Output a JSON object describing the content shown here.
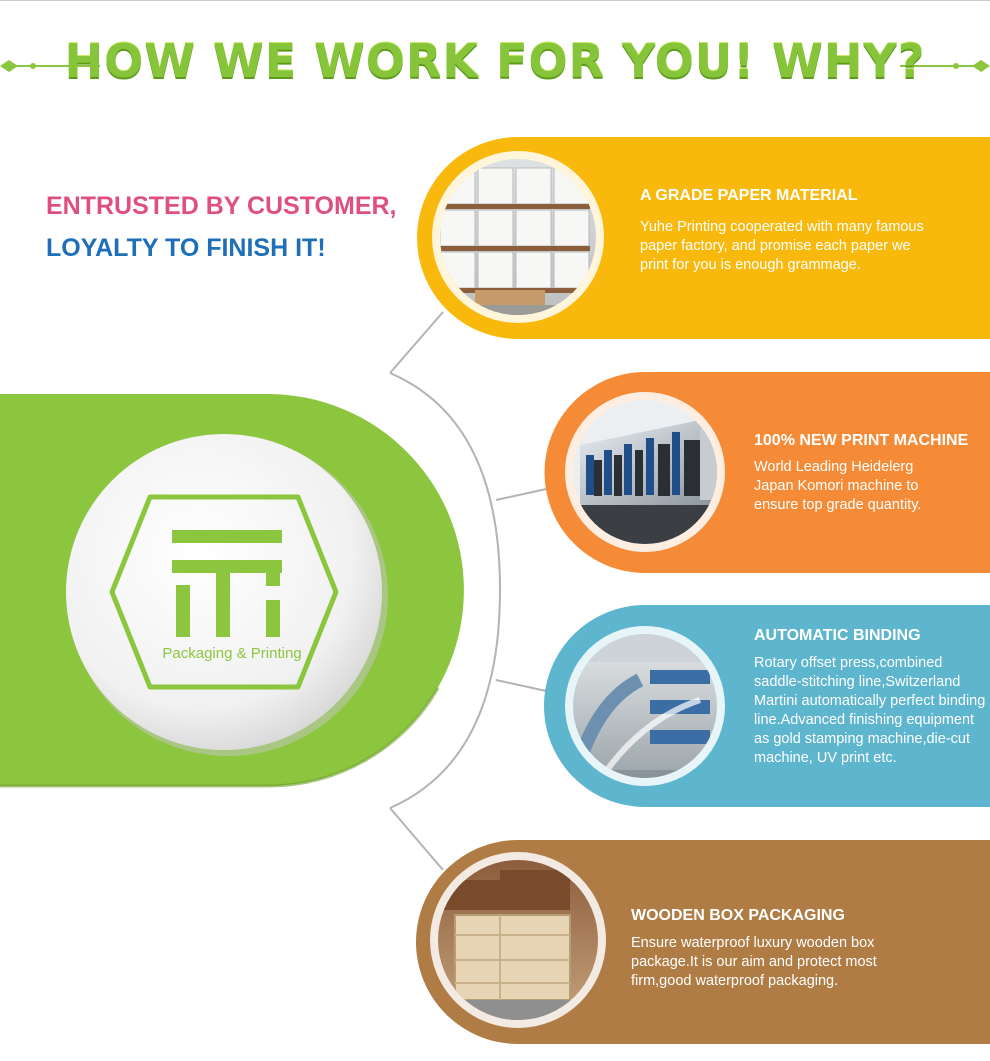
{
  "headline": "HOW WE WORK FOR YOU! WHY?",
  "tagline": {
    "line1": "ENTRUSTED BY CUSTOMER,",
    "line2": "LOYALTY  TO FINISH IT!"
  },
  "logo": {
    "caption": "Packaging & Printing"
  },
  "features": [
    {
      "title": "A GRADE PAPER MATERIAL",
      "text": "Yuhe Printing cooperated with many famous paper factory, and promise each paper we print for you is enough grammage.",
      "color": "#f9b90c",
      "photo": "paper-stack-photo"
    },
    {
      "title": "100% NEW PRINT MACHINE",
      "text": "World Leading Heidelerg Japan Komori machine to ensure top grade quantity.",
      "color": "#f68b37",
      "photo": "print-machine-photo"
    },
    {
      "title": "AUTOMATIC BINDING",
      "text": "Rotary offset press,combined saddle-stitching line,Switzerland Martini automatically perfect binding line.Advanced finishing equipment as gold stamping machine,die-cut machine, UV print etc.",
      "color": "#5eb5ce",
      "photo": "binding-line-photo"
    },
    {
      "title": "WOODEN BOX PACKAGING",
      "text": "Ensure waterproof luxury wooden box package.It is our aim and protect most firm,good waterproof packaging.",
      "color": "#b07c45",
      "photo": "wooden-box-photo"
    }
  ],
  "colors": {
    "green": "#8cc63f",
    "pink": "#e0507e",
    "blue": "#1f6fb8"
  }
}
